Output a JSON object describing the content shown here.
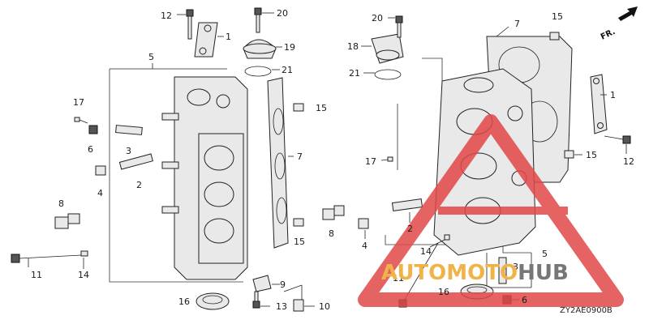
{
  "diagram": {
    "code": "ZY2AE0900B",
    "direction_label": "FR.",
    "watermark": {
      "part1": "AUTO",
      "part2": "MOTO",
      "part3": "HUB"
    },
    "callouts": {
      "c12": "12",
      "c1": "1",
      "c20": "20",
      "c19": "19",
      "c21": "21",
      "c5": "5",
      "c17": "17",
      "c6": "6",
      "c3": "3",
      "c2": "2",
      "c4": "4",
      "c8": "8",
      "c11": "11",
      "c14": "14",
      "c16": "16",
      "c13": "13",
      "c9": "9",
      "c10": "10",
      "c15a": "15",
      "c7": "7",
      "c15b": "15",
      "r20": "20",
      "r18": "18",
      "r21": "21",
      "r7": "7",
      "r15a": "15",
      "r1": "1",
      "r17": "17",
      "r15b": "15",
      "r12": "12",
      "r8": "8",
      "r2": "2",
      "r4": "4",
      "r5": "5",
      "r14": "14",
      "r11": "11",
      "r3": "3",
      "r16": "16",
      "r6": "6"
    }
  }
}
